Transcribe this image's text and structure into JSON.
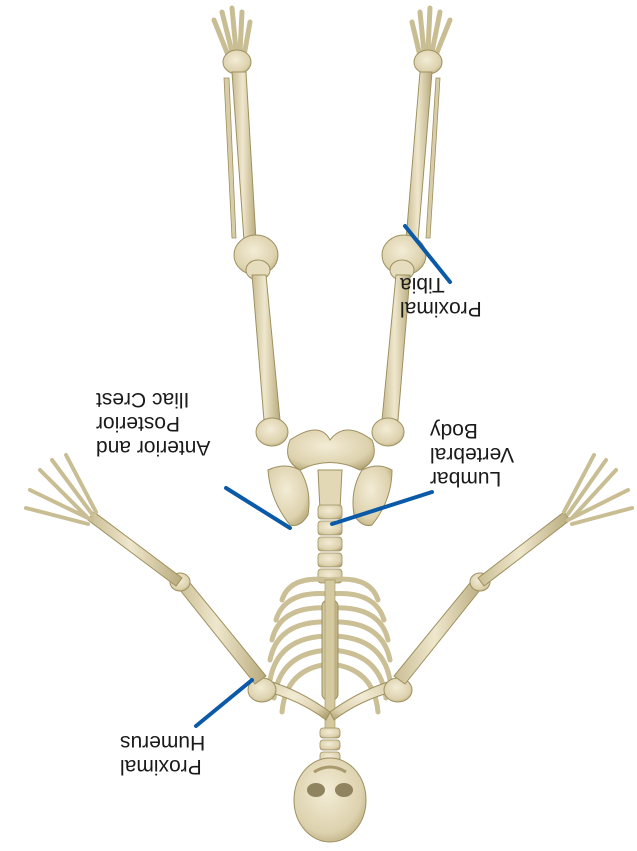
{
  "labels": {
    "tibia": {
      "line1": "Proximal",
      "line2": "Tibia"
    },
    "iliac": {
      "line1": "Anterior and",
      "line2": "Posterior",
      "line3": "Iliac Crest"
    },
    "lumbar": {
      "line1": "Lumbar",
      "line2": "Vertebral",
      "line3": "Body"
    },
    "humerus": {
      "line1": "Proximal",
      "line2": "Humerus"
    }
  },
  "colors": {
    "bone": "#e8dfc2",
    "bone_shade": "#c9bd93",
    "bone_dark": "#a89a6c",
    "leader_line": "#0a5aa8"
  },
  "orientation": "upside-down"
}
